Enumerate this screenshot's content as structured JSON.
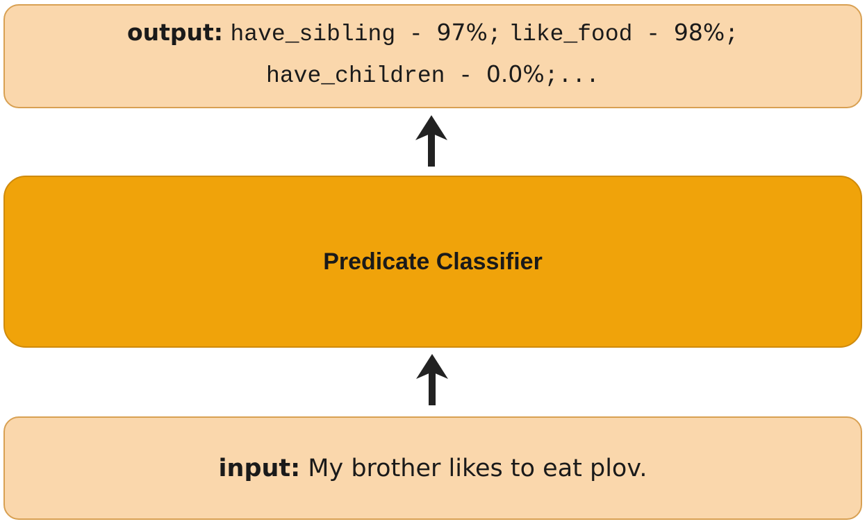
{
  "output": {
    "label": "output:",
    "items": [
      {
        "name": "have_sibling",
        "sep": " - ",
        "value": "97%",
        "end": ";"
      },
      {
        "name": "like_food",
        "sep": " - ",
        "value": "98%",
        "end": ";"
      },
      {
        "name": "have_children",
        "sep": " - ",
        "value": "0.0%",
        "end": ";..."
      }
    ]
  },
  "classifier": {
    "label": "Predicate Classifier"
  },
  "input": {
    "label": "input:",
    "text": "My brother likes to eat plov."
  },
  "colors": {
    "light_fill": "#fad7ac",
    "light_border": "#d8a052",
    "dark_fill": "#f0a30a",
    "dark_border": "#cf8a0b",
    "arrow": "#222222"
  }
}
